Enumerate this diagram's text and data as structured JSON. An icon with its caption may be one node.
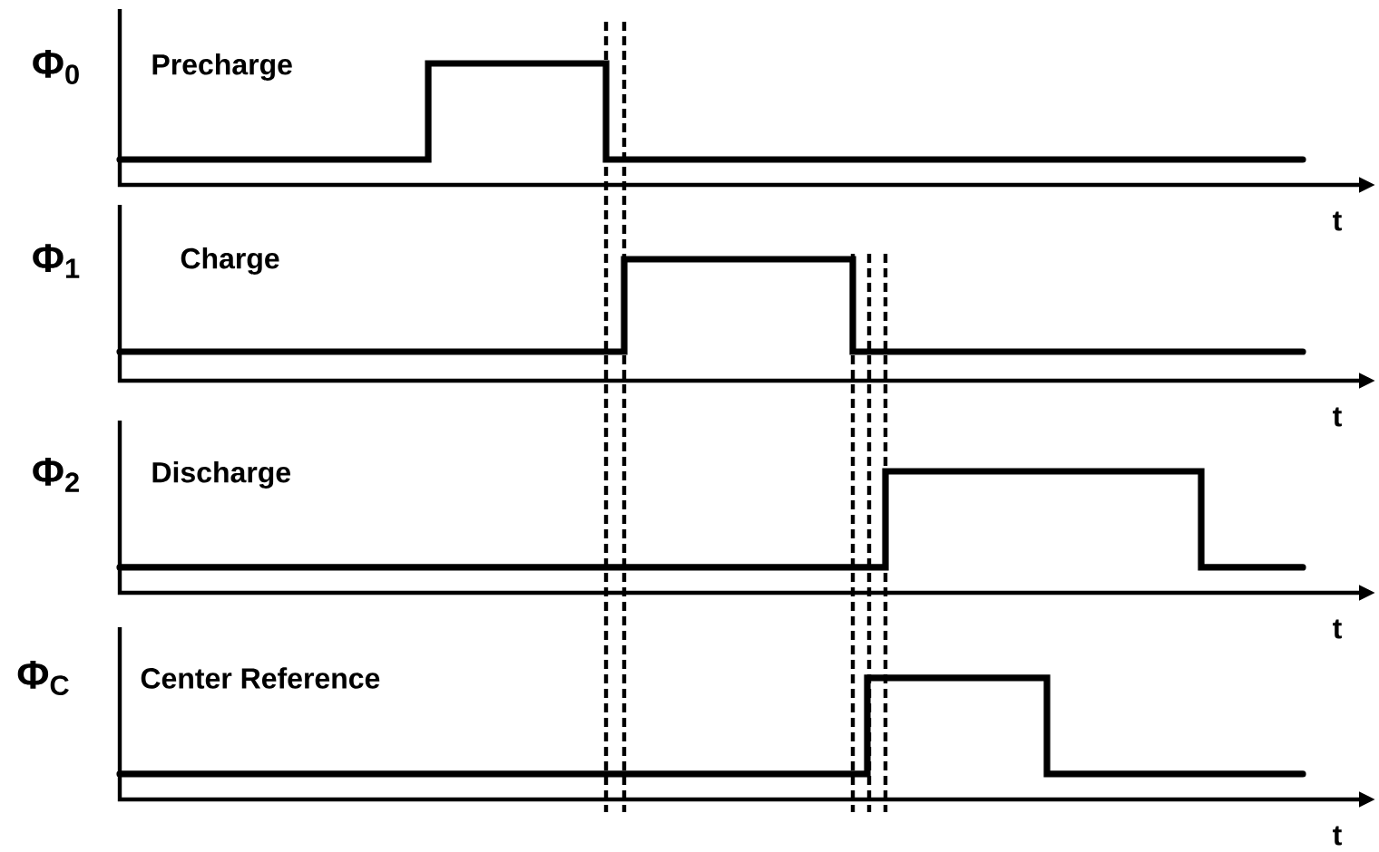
{
  "diagram": {
    "labels": [
      "Φ$_{0}$",
      "Precharge",
      "t",
      "Φ$_{1}$",
      "Charge",
      "t",
      "Φ$_{2}$",
      "Discharge",
      "t",
      "Φ$_{C}$",
      "Center Reference",
      "t"
    ]
  }
}
